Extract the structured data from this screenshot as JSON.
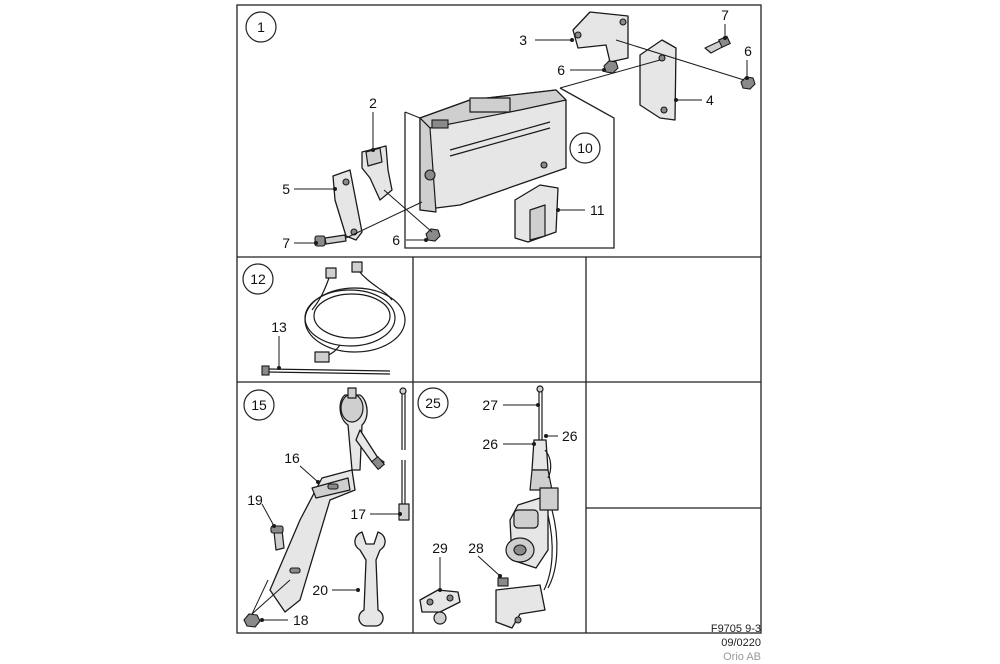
{
  "diagram": {
    "group_labels": [
      "1",
      "10",
      "12",
      "15",
      "25"
    ],
    "callouts": {
      "c2": "2",
      "c3": "3",
      "c4": "4",
      "c5": "5",
      "c6a": "6",
      "c6b": "6",
      "c6c": "6",
      "c7a": "7",
      "c7b": "7",
      "c11": "11",
      "c13": "13",
      "c16": "16",
      "c17": "17",
      "c18": "18",
      "c19": "19",
      "c20": "20",
      "c26a": "26",
      "c26b": "26",
      "c27": "27",
      "c28": "28",
      "c29": "29"
    },
    "footer": {
      "code": "F9705 9-3",
      "date": "09/0220",
      "company": "Orio AB"
    }
  }
}
